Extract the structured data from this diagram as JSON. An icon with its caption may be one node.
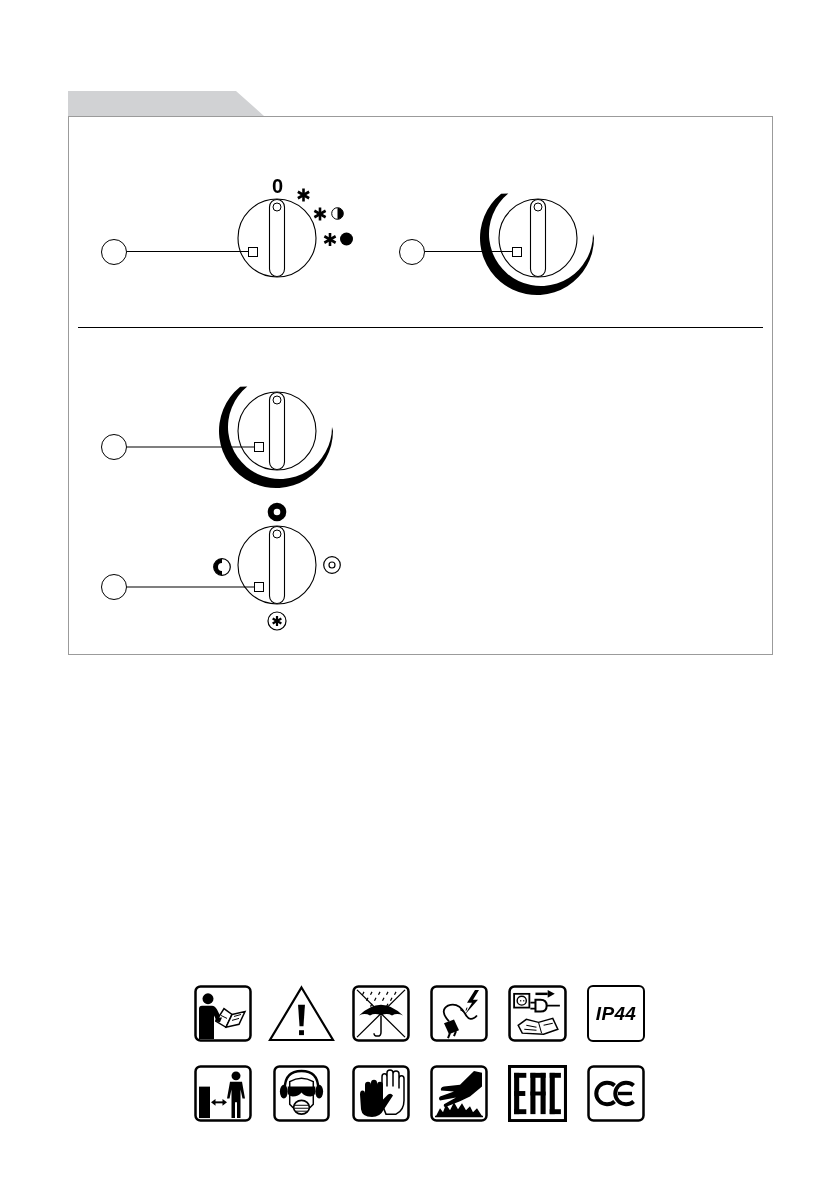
{
  "diagram": {
    "nodes": [
      {
        "text": [],
        "shape": "circle"
      },
      {
        "text": [],
        "shape": "box"
      },
      {
        "text": [],
        "shape": "circle"
      },
      {
        "text": [],
        "shape": "box"
      },
      {
        "text": [],
        "shape": "circle"
      },
      {
        "text": [],
        "shape": "box"
      },
      {
        "text": [],
        "shape": "circle"
      },
      {
        "text": [],
        "shape": "box"
      }
    ],
    "edges": [
      {
        "from": 0,
        "to": 1,
        "arrow": "none"
      },
      {
        "from": 2,
        "to": 3,
        "arrow": "none"
      },
      {
        "from": 4,
        "to": 5,
        "arrow": "none"
      },
      {
        "from": 6,
        "to": 7,
        "arrow": "none"
      }
    ],
    "labels": [
      "0",
      "IP44"
    ]
  }
}
